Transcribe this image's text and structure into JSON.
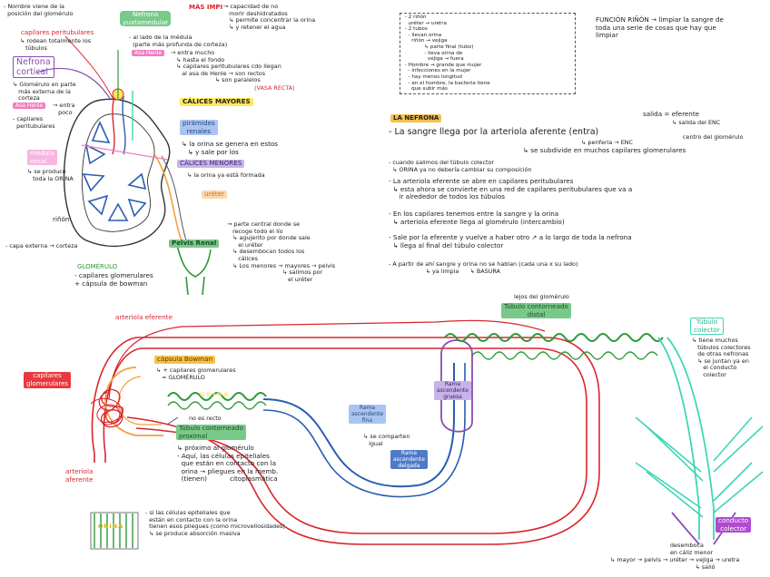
{
  "top_left": {
    "nombre": "- Nombre viene de la\n  posición del glomérulo",
    "capilares_title": "capilares peritubulares",
    "capilares_desc": "↳ rodean totalmente los\n   túbulos",
    "cortical_title": "Nefrona\ncortical",
    "cortical_1": "↳ Glomérulo en parte\n   más externa de la\n   corteza",
    "cortical_asa": "Asa Henle",
    "cortical_2": "→ entra\n   poco",
    "cortical_3": "- capilares\n  peritubulares",
    "medula_title": "médula\nrenal",
    "medula_desc": "↳ se produce\n   toda la ORINA",
    "rinon": "riñón",
    "capa": "- capa externa → corteza",
    "glomerulo_title": "GLOMÉRULO",
    "glomerulo_desc": "- capilares glomerulares\n+ cápsula de bowman"
  },
  "juxta": {
    "title": "Nefrona\nyuxtamedular",
    "mas_impi": "MÁS IMPI",
    "mas_impi_desc": "→ capacidad de no\n   morir deshidratados\n   ↳ permite concentrar la orina\n   ↳ y retener el agua",
    "desc1": "- al lado de la médula\n  (parte más profunda de corteza)",
    "asa": "Asa Henle",
    "desc2": "→ entra mucho\n   ↳ hasta el fondo\n   ↳ capilares peritubulares cdo llegan\n      al asa de Henle → son rectos\n                        ↳ son paralelos",
    "vasos": "(VASA RECTA)"
  },
  "calices": {
    "mayores": "CÁLICES MAYORES",
    "piramides": "pirámides\nrenales",
    "piramides_desc": "↳ la orina se genera en estos\n   ↳ y sale por los",
    "menores": "CÁLICES MENORES",
    "menores_desc": "↳ la orina ya está formada",
    "ureter": "uréter",
    "pelvis": "Pelvis Renal",
    "pelvis_desc": "→ parte central donde se\n   recoge todo el lío\n   ↳ agujerito por donde sale\n      el uréter\n   ↳ desembocan todos los\n      cálices\n   ↳ Los menores → mayores → pelvis\n                              ↳ salimos por\n                                 el uréter"
  },
  "box_top": {
    "lines": "- 2 riñón\n  uréter → uretra\n- 2 tubos\n  - llevan orina\n    riñón → vejiga\n            ↳ parte final (tubo)\n            - lleva orina de\n              vejiga → fuera\n- Hombre → grande que mujer\n  - infecciones en la mujer\n  - hay menos longitud\n  - en el hombre, la bacteria tiene\n    que subir más"
  },
  "funcion": "FUNCIÓN RIÑÓN → limpiar la sangre de\ntoda una serie de cosas que hay que\nlimpiar",
  "nefrona": {
    "title": "LA NEFRONA",
    "salida": "salida = eferente",
    "salida_desc": "↳ salida del ENC",
    "line1": "- La sangre llega por la arteriola aferente (entra)",
    "line1_a": "↳ periferia → ENC",
    "line1_b": "↳ se subdivide en muchos capilares glomerulares",
    "centro": "centro del glomérulo",
    "p1": "- cuando salimos del túbulo colector\n  ↳ ORINA ya no debería cambiar su composición",
    "p2": "- La arteriola eferente se abre en capilares peritubulares\n  ↳ esta ahora se convierte en una red de capilares peritubulares que va a\n     ir alrededor de todos los túbulos",
    "p3": "- En los capilares tenemos entre la sangre y la orina\n  ↳ arteriola eferente llega al glomérulo (intercambio)",
    "p4": "- Sale por la eferente y vuelve a haber otro ↗ a lo largo de toda la nefrona\n  ↳ llega al final del túbulo colector",
    "p5": "- A partir de ahí sangre y orina no se hablan (cada una x su lado)\n                    ↳ ya limpia      ↳ BASURA"
  },
  "bottom": {
    "arteriola_eferente": "arteriola eferente",
    "capsula": "cápsula Bowman",
    "capsula_desc": "↳ + capilares glomerulares\n   = GLOMÉRULO",
    "capilares": "capilares\nglomerulares",
    "orina": "ORINA",
    "no_recto": "no es recto",
    "tcp": "Túbulo contorneado\nproximal",
    "tcp_desc": "↳ próximo al glomérulo\n- Aquí, las células epiteliales\n  que están en contacto con la\n  orina → pliegues en la memb.\n  (tienen)           citoplasmática",
    "arteriola_aferente": "arteriola\naferente",
    "rama_desc": "Rama\nascendente\nfina",
    "rama_desc_del": "Rama\nascendente\ndelgada",
    "comparten": "↳ se comparten\n   igual",
    "rama_gruesa": "Rama\nascendente\ngruesa",
    "lejos": "lejos del glomérulo",
    "tcd": "Túbulo contorneado\ndistal",
    "colector": "Túbulo\ncolector",
    "colector_desc": "↳ tiene muchos\n   túbulos colectores\n   de otras nefronas\n   ↳ se juntan ya en\n      el conducto\n      colector",
    "conducto": "conducto\ncolector",
    "desemboca": "desemboca\nen cáliz menor",
    "final": "↳ mayor → pelvis → uréter → vejiga → uretra\n                                              ↳ salió",
    "celulas": "- si las células epiteliales que\n  están en contacto con la orina\n  tienen esos pliegues (como microvellosidades)\n  ↳ se produce absorción masiva",
    "orina_small": "ORINA"
  },
  "colors": {
    "red": "#d8262c",
    "blue": "#2a5db0",
    "green": "#2f9a3a",
    "purple": "#8a4db0",
    "teal": "#3fd6b6",
    "orange": "#f2a03d",
    "pink": "#f47cc0",
    "yellow": "#ffe95a",
    "gray": "#777777"
  }
}
